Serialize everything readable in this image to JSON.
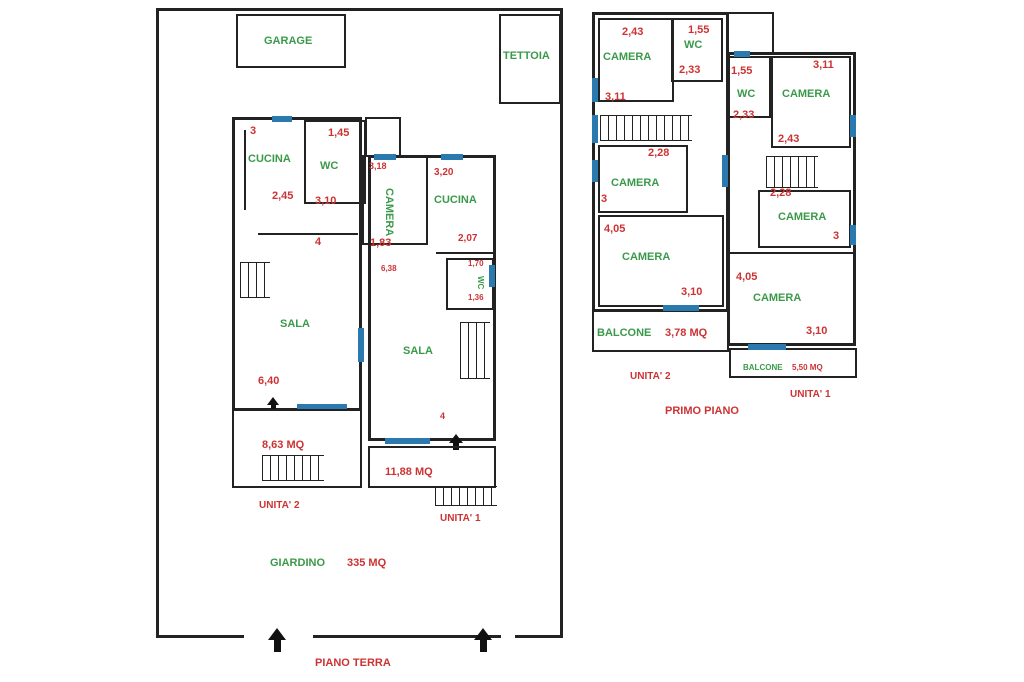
{
  "ground_floor": {
    "title": "PIANO TERRA",
    "garden": {
      "name": "GIARDINO",
      "area": "335 MQ"
    },
    "garage": "GARAGE",
    "tettoia": "TETTOIA",
    "unit2": {
      "label": "UNITA' 2",
      "kitchen": "CUCINA",
      "kitchen_w": "3",
      "kitchen_d": "2,45",
      "wc": "WC",
      "wc_w": "1,45",
      "wc_d": "3,10",
      "hall_w": "4",
      "living": "SALA",
      "living_d": "6,40",
      "patio": "8,63 MQ"
    },
    "unit1": {
      "label": "UNITA' 1",
      "bedroom": "CAMERA",
      "bedroom_w": "3,18",
      "bedroom_d": "1,83",
      "kitchen": "CUCINA",
      "kitchen_w": "3,20",
      "kitchen_d": "2,07",
      "wc": "WC",
      "wc_w": "1,70",
      "wc_d": "1,36",
      "living": "SALA",
      "living_d": "6,38",
      "living_w": "4",
      "patio": "11,88 MQ"
    }
  },
  "first_floor": {
    "title": "PRIMO PIANO",
    "unit2": {
      "label": "UNITA' 2",
      "bed1": "CAMERA",
      "bed1_w": "2,43",
      "bed1_d": "3,11",
      "wc": "WC",
      "wc_w": "1,55",
      "wc_d": "2,33",
      "bed2": "CAMERA",
      "bed2_w": "2,28",
      "bed2_d": "3",
      "bed3": "CAMERA",
      "bed3_w": "4,05",
      "bed3_d": "3,10",
      "balcony": "BALCONE",
      "balcony_area": "3,78 MQ"
    },
    "unit1": {
      "label": "UNITA' 1",
      "wc": "WC",
      "wc_w": "1,55",
      "wc_d": "2,33",
      "bed1": "CAMERA",
      "bed1_w": "3,11",
      "bed1_d": "2,43",
      "bed2": "CAMERA",
      "bed2_w": "2,28",
      "bed2_d": "3",
      "bed3": "CAMERA",
      "bed3_w": "4,05",
      "bed3_d": "3,10",
      "balcony": "BALCONE",
      "balcony_area": "5,50 MQ"
    }
  },
  "colors": {
    "room_label": "#3a9a4a",
    "dimension": "#cc3333",
    "window": "#2a7ab0",
    "wall": "#222222"
  }
}
